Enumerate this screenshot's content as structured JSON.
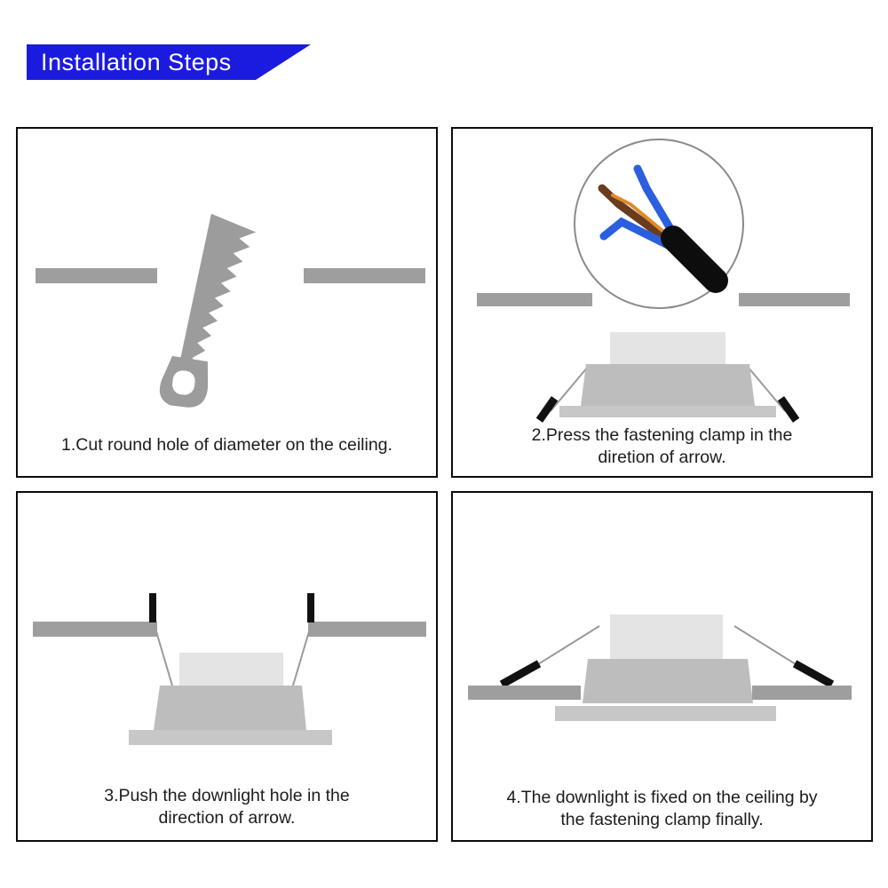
{
  "header": {
    "title": "Installation Steps"
  },
  "steps": [
    {
      "caption_lines": [
        "1.Cut round hole of diameter on the ceiling."
      ]
    },
    {
      "caption_lines": [
        "2.Press the fastening clamp in the",
        "diretion of arrow."
      ]
    },
    {
      "caption_lines": [
        "3.Push the downlight hole in the",
        "direction of arrow."
      ]
    },
    {
      "caption_lines": [
        "4.The downlight is fixed on the ceiling by",
        "the fastening clamp finally."
      ]
    }
  ],
  "icons": {
    "saw": "handsaw-icon",
    "cable": "stripped-cable-wires-icon",
    "downlight": "recessed-downlight-icon",
    "clamp": "spring-clamp-icon",
    "ceiling": "ceiling-cross-section"
  },
  "colors": {
    "banner_blue": "#1b1be0",
    "ceiling_gray": "#9e9e9e",
    "fixture_body_gray": "#bdbdbd",
    "fixture_base_gray": "#c7c7c7",
    "fixture_top_gray": "#e4e4e4",
    "clamp_black": "#111111",
    "wire_blue": "#2b5fe0",
    "wire_brown": "#6b3b1e",
    "wire_copper": "#e08a2a",
    "saw_gray": "#9c9c9c"
  }
}
